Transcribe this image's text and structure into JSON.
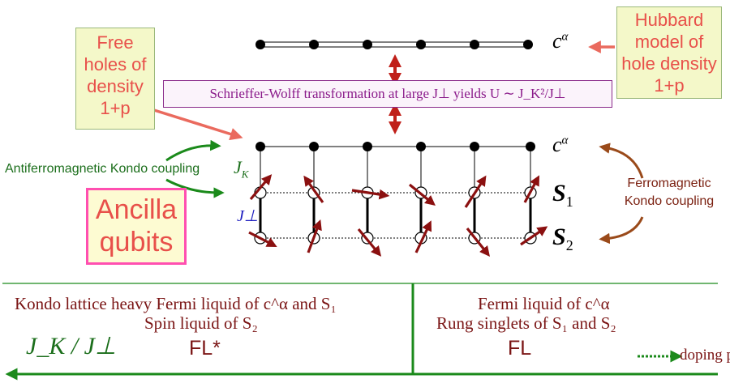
{
  "boxes": {
    "free_holes": "Free holes of density 1+p",
    "hubbard": "Hubbard model of hole density 1+p",
    "ancilla": "Ancilla qubits",
    "schrieffer_wolff": "Schrieffer-Wolff transformation at large J⊥ yields U ∼ J_K²/J⊥"
  },
  "labels": {
    "c_alpha_top": "c",
    "c_alpha_mid": "c",
    "c_sup": "α",
    "antiferro": "Antiferromagnetic Kondo coupling",
    "jk": "J",
    "jk_sub": "K",
    "jperp": "J⊥",
    "ferro_line1": "Ferromagnetic",
    "ferro_line2": "Kondo coupling",
    "s1": "S",
    "s1_sub": "1",
    "s2": "S",
    "s2_sub": "2"
  },
  "phase": {
    "left_line1": "Kondo lattice heavy Fermi liquid of c^α and S₁",
    "left_line2": "Spin liquid of S₂",
    "left_name": "FL*",
    "right_line1": "Fermi liquid of c^α",
    "right_line2": "Rung singlets of S₁ and S₂",
    "right_name": "FL",
    "axis_label": "J_K / J⊥",
    "doping_label": "doping p"
  },
  "colors": {
    "box_fill": "#f4f8c9",
    "box_text": "#e8504a",
    "ancilla_border": "#ff4fb0",
    "maroon_text": "#7a1414",
    "green": "#1b8a1b",
    "purple": "#8a1a8a",
    "arrow_red": "#c0201a",
    "spin_arrow": "#8b1010",
    "salmon_arrow": "#ea6a5e",
    "brown_arrow": "#9a4a1a"
  }
}
